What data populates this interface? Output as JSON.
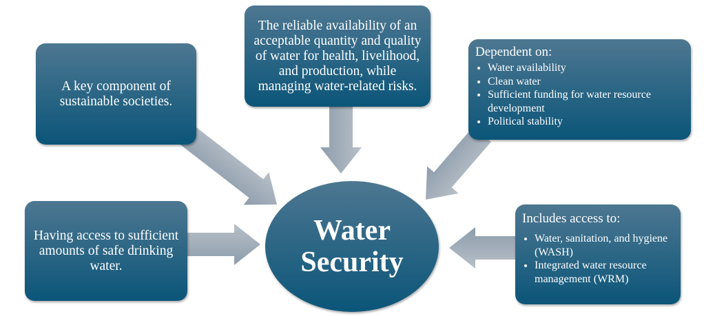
{
  "center": {
    "line1": "Water",
    "line2": "Security"
  },
  "boxes": {
    "top_left": "A key component of sustainable societies.",
    "top": "The reliable availability of an acceptable quantity and quality of water for health, livelihood, and production, while managing water-related risks.",
    "bottom_left": "Having access to sufficient amounts of safe drinking water.",
    "top_right": {
      "heading": "Dependent on:",
      "items": [
        "Water availability",
        "Clean water",
        "Sufficient funding for water resource development",
        "Political stability"
      ]
    },
    "bottom_right": {
      "heading": "Includes access to:",
      "items": [
        "Water, sanitation, and hygiene (WASH)",
        "Integrated water resource management (WRM)"
      ]
    }
  },
  "colors": {
    "box_top": "#4d7791",
    "box_bottom": "#0b5579",
    "arrow": "#9aa8b4"
  }
}
